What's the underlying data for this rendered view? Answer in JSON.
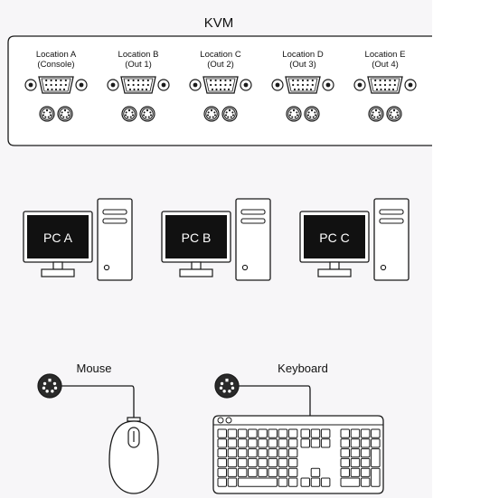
{
  "title": "KVM",
  "colors": {
    "ink": "#1a1a1a",
    "canvas": "#f7f6f8",
    "screen": "#111111",
    "white": "#ffffff"
  },
  "icons": [
    "vga-port-icon",
    "ps2-port-icon",
    "mini-jack-icon",
    "monitor-icon",
    "tower-icon",
    "mouse-icon",
    "keyboard-icon"
  ],
  "locations": [
    {
      "name": "Location A",
      "sub": "(Console)"
    },
    {
      "name": "Location B",
      "sub": "(Out 1)"
    },
    {
      "name": "Location C",
      "sub": "(Out 2)"
    },
    {
      "name": "Location D",
      "sub": "(Out 3)"
    },
    {
      "name": "Location E",
      "sub": "(Out 4)"
    }
  ],
  "pcs": [
    {
      "label": "PC A"
    },
    {
      "label": "PC B"
    },
    {
      "label": "PC C"
    }
  ],
  "peripherals": {
    "mouse": "Mouse",
    "keyboard": "Keyboard"
  }
}
